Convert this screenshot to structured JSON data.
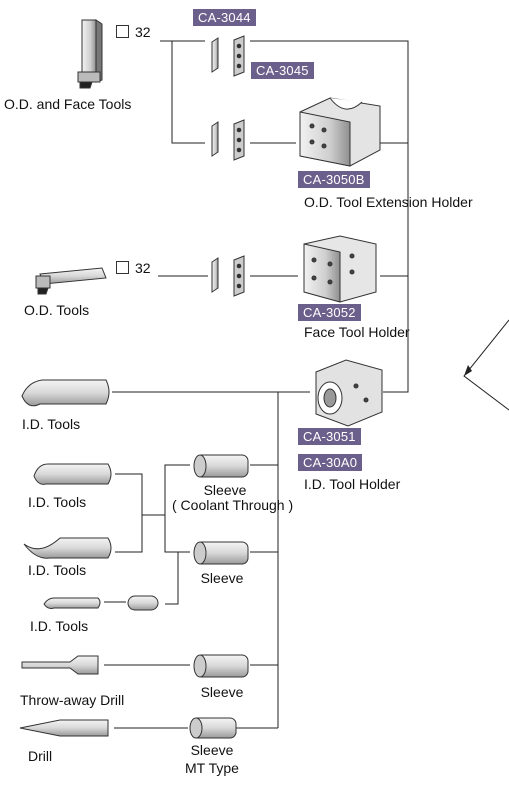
{
  "part_codes": {
    "ca3044": "CA-3044",
    "ca3045": "CA-3045",
    "ca3050b": "CA-3050B",
    "ca3052": "CA-3052",
    "ca3051": "CA-3051",
    "ca30a0": "CA-30A0"
  },
  "tools": {
    "od_face": "O.D. and Face Tools",
    "od": "O.D. Tools",
    "id1": "I.D. Tools",
    "id2": "I.D. Tools",
    "id3": "I.D. Tools",
    "id4": "I.D. Tools",
    "throwaway": "Throw-away Drill",
    "drill": "Drill"
  },
  "shank_size": {
    "od_face": "32",
    "od": "32"
  },
  "holders": {
    "od_ext": "O.D. Tool Extension Holder",
    "face": "Face Tool Holder",
    "id": "I.D. Tool Holder"
  },
  "sleeves": {
    "coolant_a": "Sleeve",
    "coolant_b": "( Coolant Through )",
    "sleeve2": "Sleeve",
    "sleeve3": "Sleeve",
    "mt_a": "Sleeve",
    "mt_b": "MT Type"
  },
  "colors": {
    "tag_bg": "#6b5f8c",
    "line": "#222222"
  }
}
